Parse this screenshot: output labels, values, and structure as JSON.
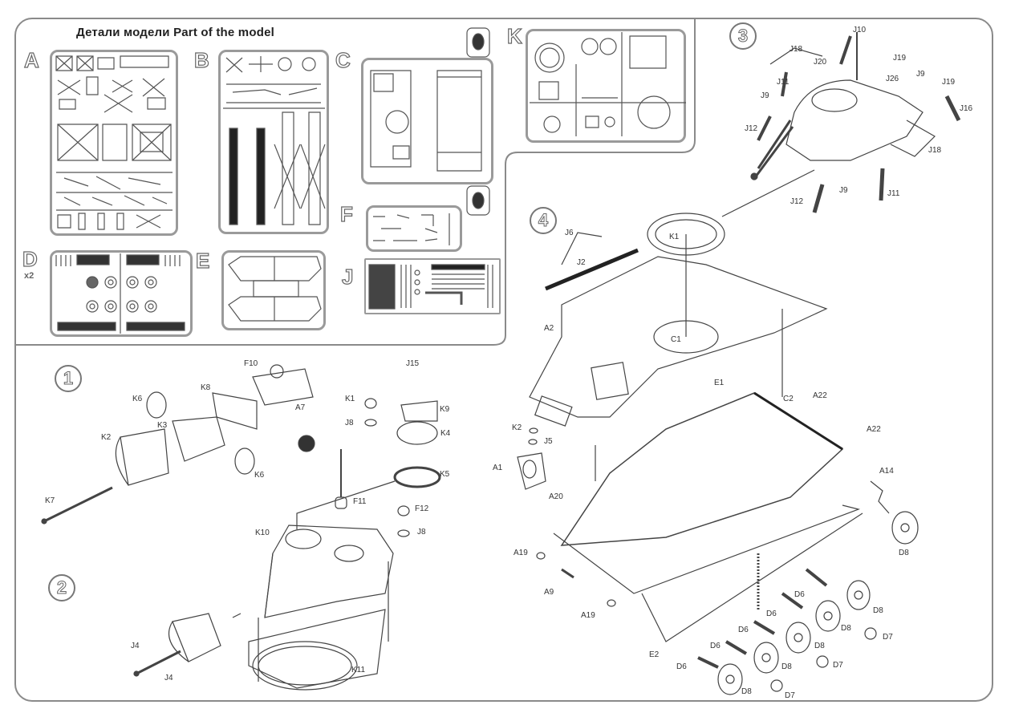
{
  "header": {
    "title": "Детали модели   Part of the model"
  },
  "sprues": [
    {
      "letter": "A",
      "quantity": ""
    },
    {
      "letter": "B",
      "quantity": ""
    },
    {
      "letter": "C",
      "quantity": ""
    },
    {
      "letter": "K",
      "quantity": ""
    },
    {
      "letter": "D",
      "quantity": "x2"
    },
    {
      "letter": "E",
      "quantity": ""
    },
    {
      "letter": "F",
      "quantity": ""
    },
    {
      "letter": "J",
      "quantity": ""
    }
  ],
  "steps": [
    {
      "number": "1",
      "parts": [
        "F10",
        "K8",
        "K6",
        "K3",
        "A7",
        "K2",
        "K6",
        "K7",
        "K1",
        "J8",
        "J15",
        "K9",
        "K4",
        "K5",
        "F11",
        "F12",
        "J8",
        "K10"
      ]
    },
    {
      "number": "2",
      "parts": [
        "J4",
        "J4",
        "K11"
      ]
    },
    {
      "number": "3",
      "parts": [
        "J10",
        "J18",
        "J20",
        "J19",
        "J26",
        "J9",
        "J11",
        "J9",
        "J19",
        "J16",
        "J12",
        "J18",
        "J12",
        "J9",
        "J11"
      ]
    },
    {
      "number": "4",
      "parts": [
        "J6",
        "J2",
        "K1",
        "A2",
        "C1",
        "E1",
        "C2",
        "A22",
        "A22",
        "K2",
        "J5",
        "A1",
        "A20",
        "A14",
        "D8",
        "A19",
        "A9",
        "A19",
        "D6",
        "D8",
        "D6",
        "D8",
        "D6",
        "D8",
        "D7",
        "D6",
        "D8",
        "D7",
        "E2",
        "D6",
        "D8",
        "D7",
        "D8"
      ]
    }
  ]
}
